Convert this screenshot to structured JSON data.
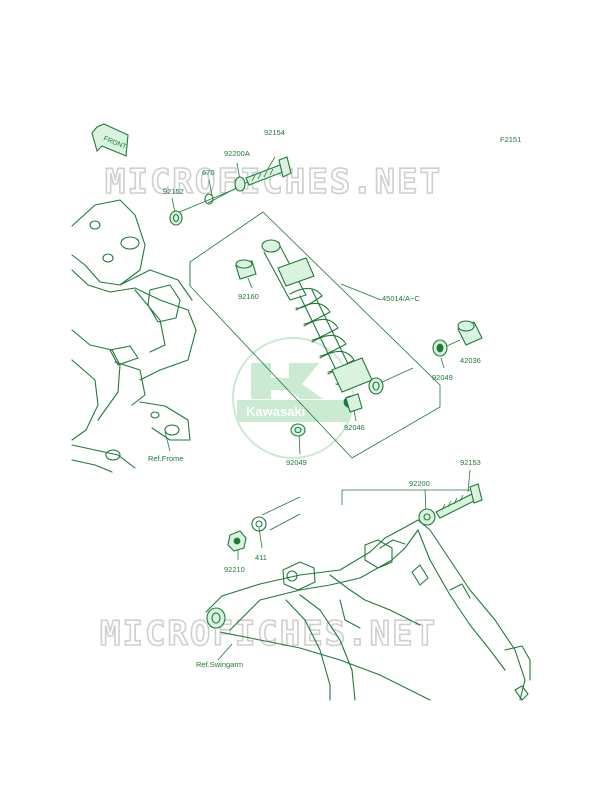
{
  "diagram": {
    "code": "F2151",
    "front_label": "FRONT",
    "brand": "Kawasaki",
    "brand_initial": "K",
    "watermark": "MICROFICHES.NET",
    "parts": {
      "p92154": "92154",
      "p92200A": "92200A",
      "p670": "670",
      "p92152": "92152",
      "p92160": "92160",
      "p45014": "45014/A~C",
      "p92049a": "92049",
      "p42036": "42036",
      "p92046": "92046",
      "p92049b": "92049",
      "p92153": "92153",
      "p92200": "92200",
      "p411": "411",
      "p92210": "92210"
    },
    "refs": {
      "frame": "Ref.Frome",
      "swingarm": "Ref.Swingarm"
    }
  },
  "colors": {
    "line": "#1f7a3a",
    "watermark": "#cfcfcf"
  }
}
